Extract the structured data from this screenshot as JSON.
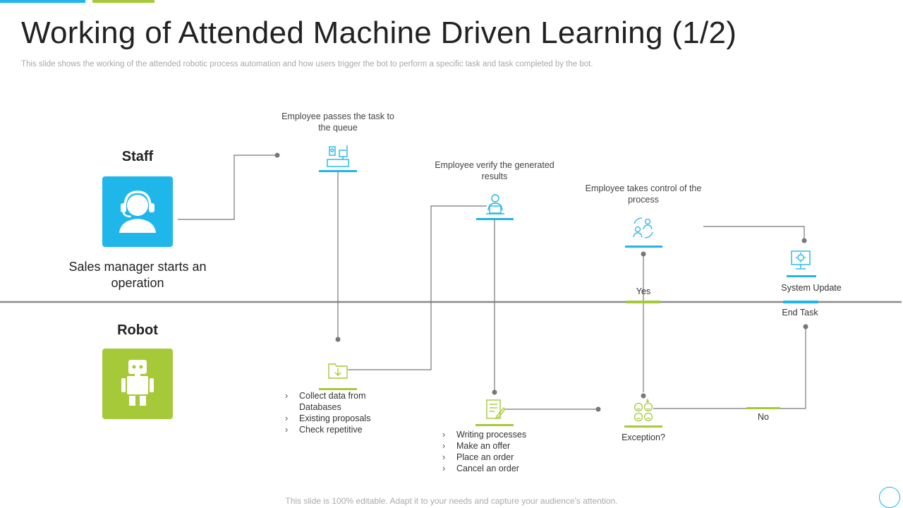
{
  "header": {
    "title": "Working of Attended Machine Driven Learning (1/2)",
    "subtitle": "This slide shows the working of the attended robotic process automation and how users trigger the bot to perform a specific task and task completed by the bot."
  },
  "colors": {
    "blue": "#1fb6ea",
    "green": "#a6c93a",
    "line": "#777777"
  },
  "lanes": {
    "staff": {
      "label": "Staff",
      "caption": "Sales manager starts an operation",
      "icon": "headset-agent-icon"
    },
    "robot": {
      "label": "Robot",
      "icon": "robot-icon"
    }
  },
  "steps": {
    "queue": {
      "label": "Employee passes the task to the queue",
      "icon": "desk-computer-icon"
    },
    "verify": {
      "label": "Employee verify the generated results",
      "icon": "user-laptop-icon"
    },
    "takes_control": {
      "label": "Employee takes control of the process",
      "icon": "users-cycle-icon"
    },
    "system_update": {
      "label": "System Update",
      "end_label": "End Task",
      "icon": "monitor-gear-icon"
    },
    "collect": {
      "icon": "folder-download-icon",
      "bullets": [
        "Collect data from Databases",
        "Existing proposals",
        "Check repetitive"
      ]
    },
    "writing": {
      "icon": "document-pen-icon",
      "bullets": [
        "Writing processes",
        "Make an offer",
        "Place an order",
        "Cancel an order"
      ]
    },
    "exception": {
      "label": "Exception?",
      "icon": "faces-decision-icon"
    }
  },
  "decisions": {
    "yes": "Yes",
    "no": "No"
  },
  "footer": "This slide is 100% editable. Adapt it to your needs and capture your audience's attention."
}
